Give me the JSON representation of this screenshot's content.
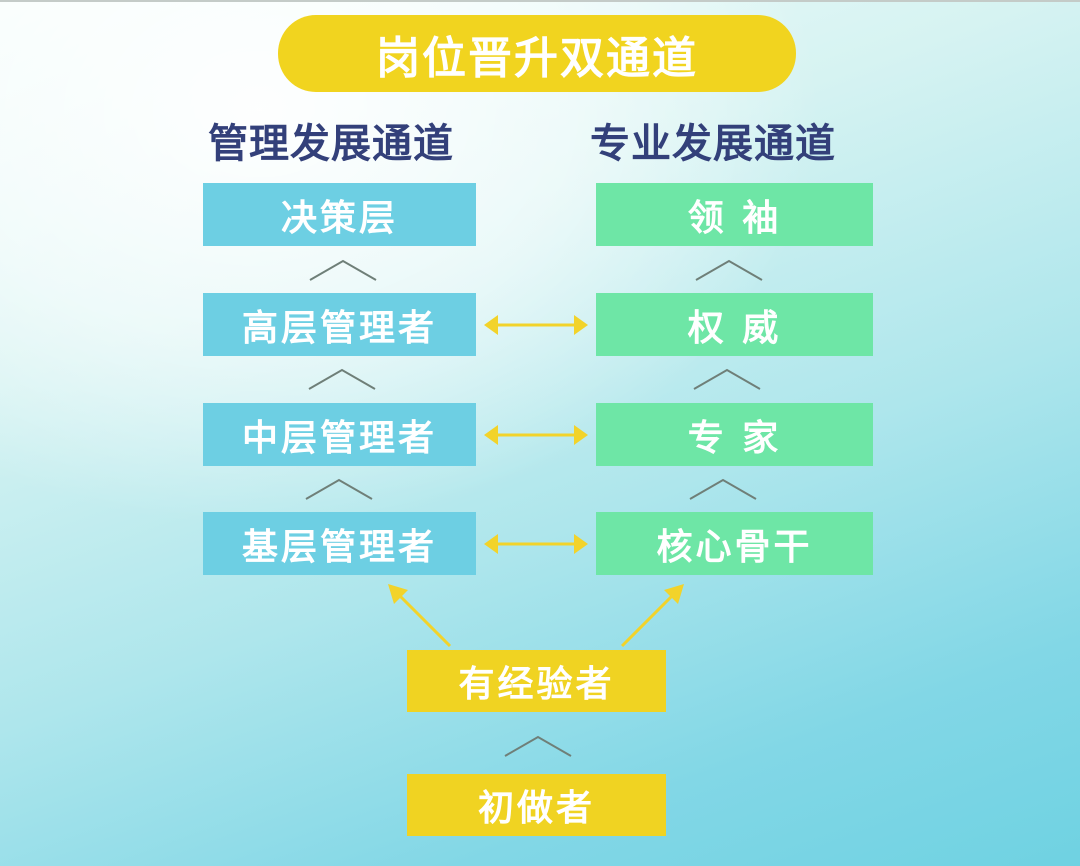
{
  "title": "岗位晋升双通道",
  "columns": {
    "management": {
      "header": "管理发展通道",
      "levels": [
        "决策层",
        "高层管理者",
        "中层管理者",
        "基层管理者"
      ]
    },
    "professional": {
      "header": "专业发展通道",
      "levels": [
        "领 袖",
        "权 威",
        "专 家",
        "核心骨干"
      ]
    }
  },
  "entry_levels": [
    "有经验者",
    "初做者"
  ],
  "connectors": {
    "horizontal_bidirectional": [
      {
        "from": "高层管理者",
        "to": "权威"
      },
      {
        "from": "中层管理者",
        "to": "专家"
      },
      {
        "from": "基层管理者",
        "to": "核心骨干"
      }
    ],
    "branch_from": "有经验者",
    "branch_to": [
      "基层管理者",
      "核心骨干"
    ]
  },
  "colors": {
    "title_bg": "#f1d41f",
    "header_text": "#33407a",
    "management_box": "#6dcfe3",
    "professional_box": "#6ee6a6",
    "entry_box": "#f0d322",
    "arrow": "#f2d32a",
    "chevron": "#6f7f78"
  }
}
